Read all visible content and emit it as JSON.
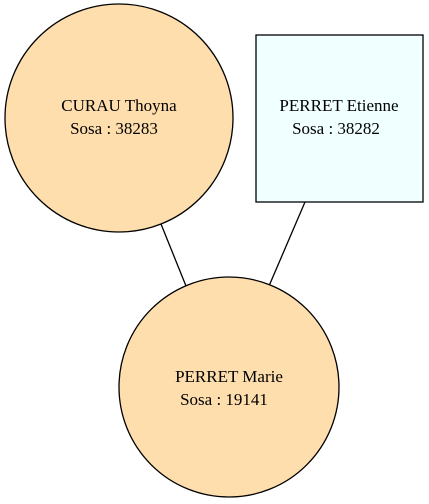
{
  "colors": {
    "female_fill": "#FFDEAD",
    "male_fill": "#F0FFFF",
    "stroke": "#000000",
    "background": "#FFFFFF"
  },
  "nodes": {
    "mother": {
      "name": "CURAU Thoyna",
      "sosa_text": "Sosa : 38283",
      "shape": "circle"
    },
    "father": {
      "name": "PERRET Etienne",
      "sosa_text": "Sosa : 38282",
      "shape": "box"
    },
    "child": {
      "name": "PERRET Marie",
      "sosa_text": "Sosa : 19141",
      "shape": "circle"
    }
  }
}
